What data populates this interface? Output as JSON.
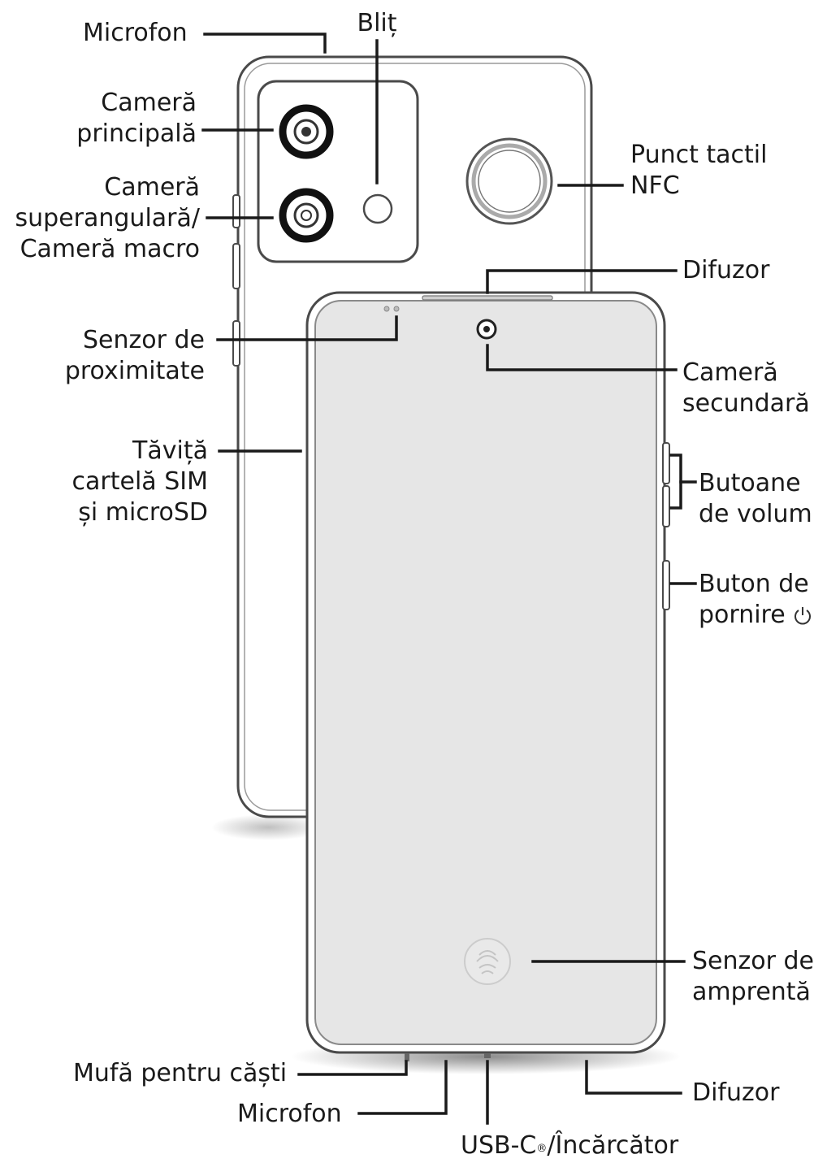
{
  "labels": {
    "microfon_top": "Microfon",
    "blit": "Bliț",
    "camera_principala": [
      "Cameră",
      "principală"
    ],
    "camera_superangulara": [
      "Cameră",
      "superangulară/",
      "Cameră macro"
    ],
    "punct_nfc": [
      "Punct tactil",
      "NFC"
    ],
    "difuzor_top": "Difuzor",
    "senzor_proximitate": [
      "Senzor de",
      "proximitate"
    ],
    "camera_secundara": [
      "Cameră",
      "secundară"
    ],
    "tavita_sim": [
      "Tăviță",
      "cartelă SIM",
      "și microSD"
    ],
    "butoane_volum": [
      "Butoane",
      "de volum"
    ],
    "buton_pornire": [
      "Buton de",
      "pornire"
    ],
    "senzor_amprenta": [
      "Senzor de",
      "amprentă"
    ],
    "mufa_casti": "Mufă pentru căști",
    "microfon_bottom": "Microfon",
    "usb_c_main": "USB-C",
    "usb_c_reg": "®",
    "usb_c_rest": "/Încărcător",
    "difuzor_bottom": "Difuzor"
  },
  "icons": {
    "power": "power-icon",
    "fingerprint": "fingerprint-icon"
  },
  "colors": {
    "outline": "#4a4a4a",
    "leader": "#1a1a1a",
    "text": "#1a1a1a",
    "phone_fill": "#ffffff",
    "screen_fill": "#e6e6e6"
  }
}
